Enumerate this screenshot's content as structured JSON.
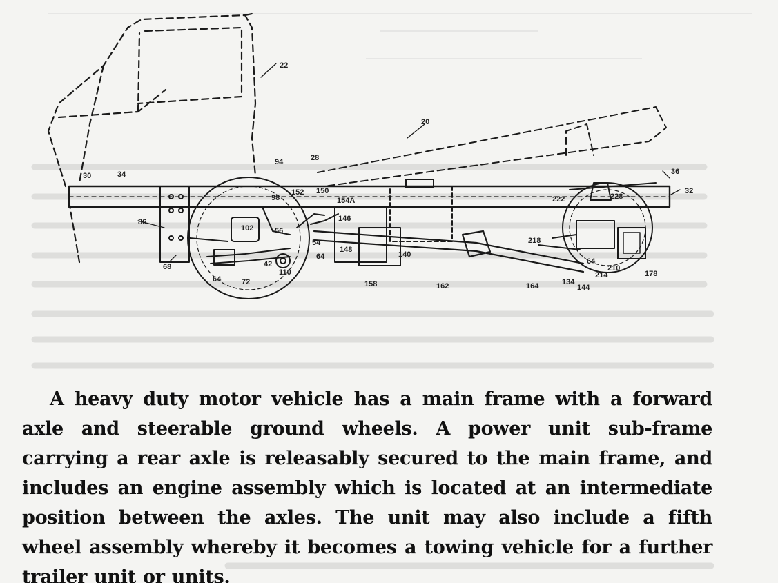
{
  "labels": {
    "cab": "22",
    "body": "20",
    "frame_front": "30",
    "l34": "34",
    "l94": "94",
    "l28": "28",
    "l36": "36",
    "l32": "32",
    "l86": "86",
    "l98": "98",
    "l152": "152",
    "l150": "150",
    "l154a": "154A",
    "l146": "146",
    "l222": "222",
    "l228": "228",
    "l102": "102",
    "l56": "56",
    "l54": "54",
    "l148": "148",
    "l140": "140",
    "l218": "218",
    "l68": "68",
    "l64a": "64",
    "l72": "72",
    "l42": "42",
    "l110": "110",
    "l64b": "64",
    "l158": "158",
    "l162": "162",
    "l164": "164",
    "l134": "134",
    "l144": "144",
    "l214": "214",
    "l210": "210",
    "l178": "178",
    "l64c": "64"
  },
  "abstract": {
    "text": "A heavy duty motor vehicle has a main frame with a forward axle and steerable ground wheels. A power unit sub-frame carrying a rear axle is releasably secured to the main frame, and includes an engine assembly which is located at an intermediate position between the axles. The unit may also include a fifth wheel assembly whereby it becomes a towing vehicle for a further trailer unit or units."
  }
}
